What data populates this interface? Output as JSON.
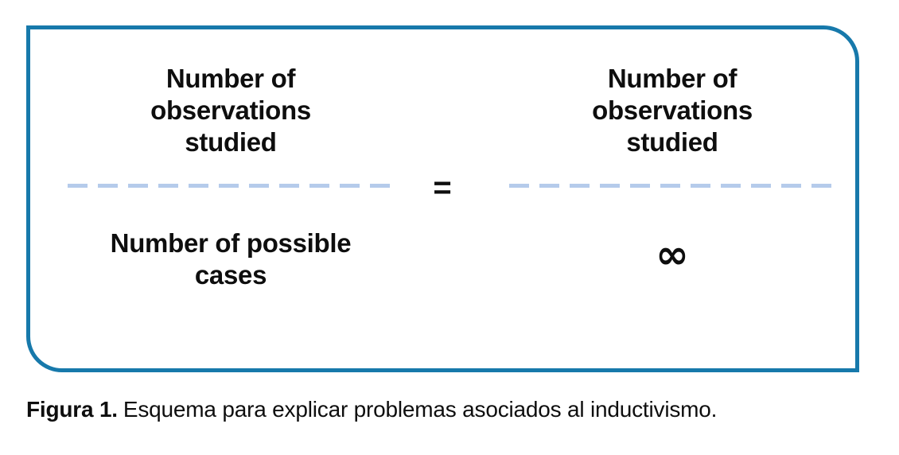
{
  "figure": {
    "colors": {
      "border": "#1779ab",
      "dash": "#b5cbeb",
      "text": "#0e0e0e"
    },
    "equation": {
      "left": {
        "numerator": "Number of\nobservations\nstudied",
        "denominator": "Number of possible\ncases"
      },
      "equals": "=",
      "right": {
        "numerator": "Number of\nobservations\nstudied",
        "denominator": "∞"
      }
    }
  },
  "caption": {
    "label": "Figura 1.",
    "text": "Esquema para explicar problemas asociados al inductivismo."
  }
}
